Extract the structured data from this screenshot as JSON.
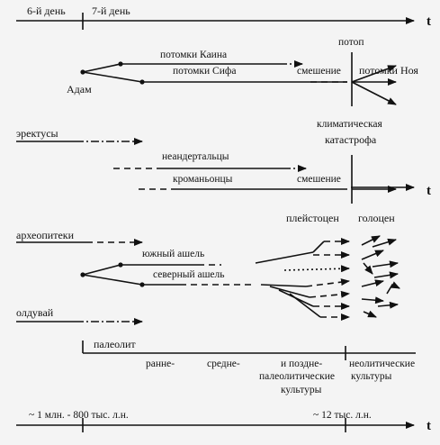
{
  "timeline_top": {
    "axis_end_label": "t",
    "day6_label": "6-й день",
    "day7_label": "7-й день"
  },
  "biblical": {
    "adam_label": "Адам",
    "cain_label": "потомки Каина",
    "seth_label": "потомки Сифа",
    "mixing_label": "смешение",
    "flood_label": "потоп",
    "noah_label": "потомки Ноя"
  },
  "hominids": {
    "erectus_label": "эректусы",
    "neanderthal_label": "неандертальцы",
    "cromagnon_label": "кроманьонцы",
    "mixing_label": "смешение",
    "catastrophe_label_line1": "климатическая",
    "catastrophe_label_line2": "катастрофа"
  },
  "cultures": {
    "pleistocene_label": "плейстоцен",
    "holocene_label": "голоцен",
    "archaeopithecus_label": "археопитеки",
    "south_acheul_label": "южный ашель",
    "north_acheul_label": "северный ашель",
    "olduvai_label": "олдувай",
    "paleolithic_label": "палеолит",
    "early_label": "ранне-",
    "middle_label": "средне-",
    "late_label": "и поздне-",
    "paleolithic_cultures_line1": "палеолитические",
    "paleolithic_cultures_line2": "культуры",
    "neolithic_line1": "неолитические",
    "neolithic_line2": "культуры"
  },
  "timeline_bottom": {
    "axis_end_label": "t",
    "start_label": "~ 1 млн. - 800 тыс. л.н.",
    "end_label": "~ 12 тыс. л.н."
  }
}
